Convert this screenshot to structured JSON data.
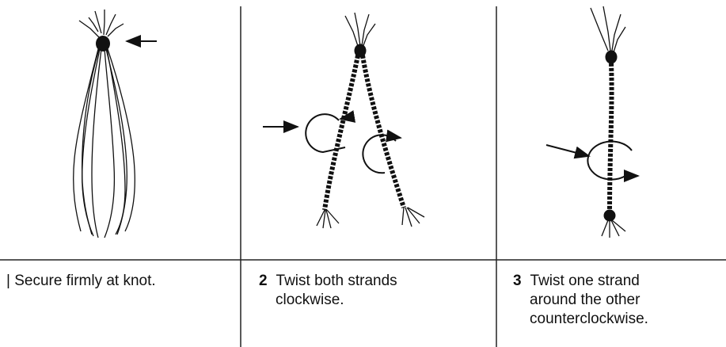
{
  "steps": [
    {
      "number": "",
      "lines": [
        "Secure firmly at knot."
      ]
    },
    {
      "number": "2",
      "lines": [
        "Twist both strands",
        "clockwise."
      ]
    },
    {
      "number": "3",
      "lines": [
        "Twist one strand",
        "around the other",
        "counterclockwise."
      ]
    }
  ],
  "ink_color": "#111111"
}
